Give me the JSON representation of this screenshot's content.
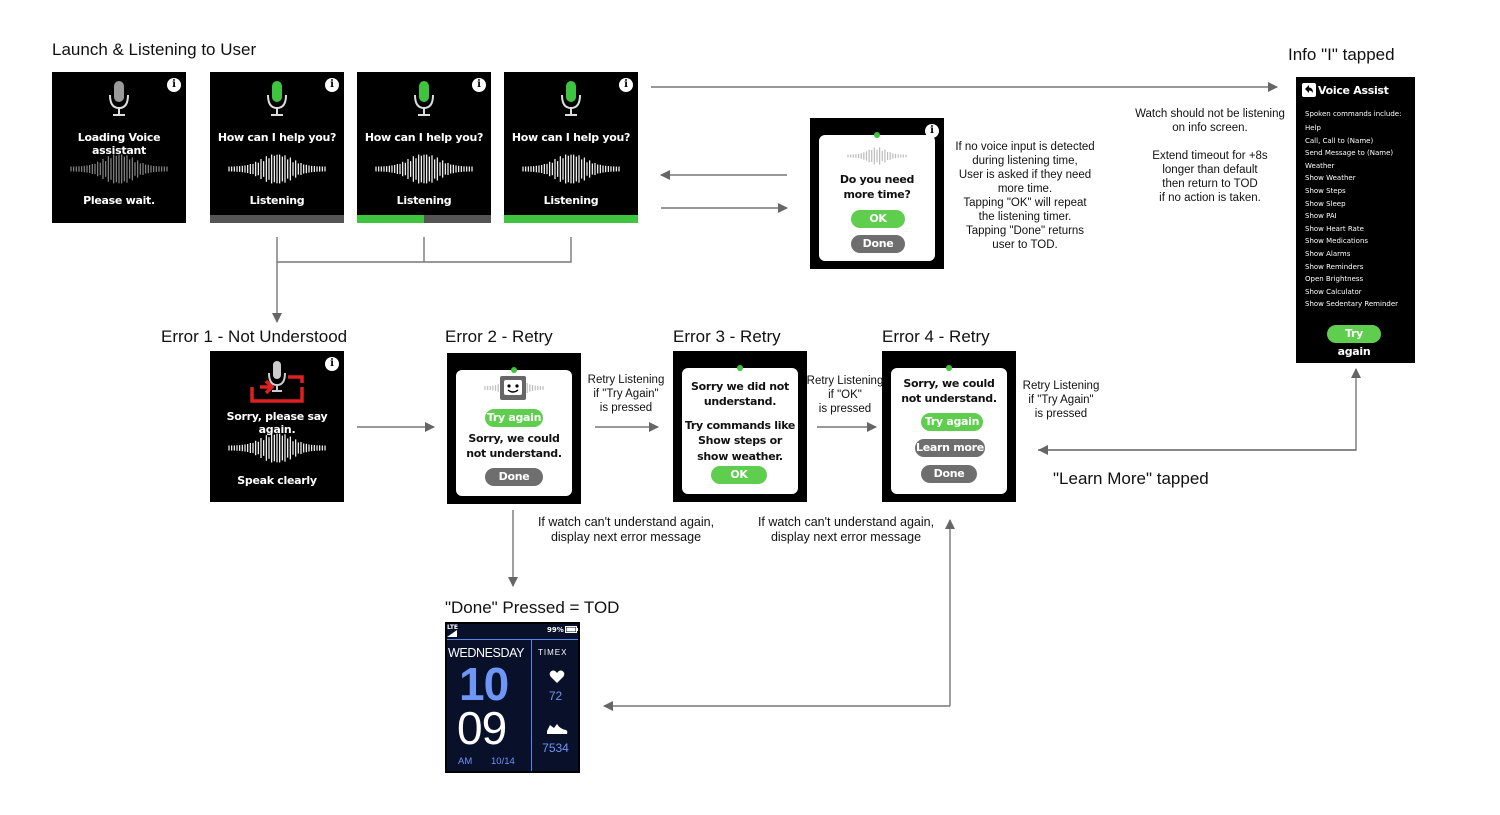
{
  "titles": {
    "launch": "Launch & Listening to User",
    "info": "Info \"I\" tapped",
    "error1": "Error 1 - Not Understood",
    "error2": "Error 2 - Retry",
    "error3": "Error 3 - Retry",
    "error4": "Error 4 - Retry",
    "done_pressed": "\"Done\" Pressed = TOD",
    "learn_more": "\"Learn More\" tapped"
  },
  "launch_screens": [
    {
      "heading": "Loading Voice assistant",
      "footer": "Please wait.",
      "mic_color": "#9a9a9a",
      "progress": null
    },
    {
      "heading": "How can I help you?",
      "footer": "Listening",
      "mic_color": "#3ec43e",
      "progress": 0.0
    },
    {
      "heading": "How can I help you?",
      "footer": "Listening",
      "mic_color": "#3ec43e",
      "progress": 0.5
    },
    {
      "heading": "How can I help you?",
      "footer": "Listening",
      "mic_color": "#3ec43e",
      "progress": 1.0
    }
  ],
  "info_icon": "i",
  "more_time": {
    "question_line1": "Do you need",
    "question_line2": "more time?",
    "ok": "OK",
    "done": "Done"
  },
  "notes": {
    "more_time": [
      "If no voice input is detected",
      "during listening time,",
      "User is asked if they need",
      "more time.",
      "Tapping \"OK\" will repeat",
      "the listening timer.",
      "Tapping \"Done\" returns",
      "user to TOD."
    ],
    "info_screen": [
      "Watch should not be listening",
      "on info screen.",
      "",
      "Extend timeout for +8s",
      "longer than default",
      "then return to TOD",
      "if no action is taken."
    ],
    "retry_try_again_1": [
      "Retry Listening",
      "if \"Try Again\"",
      "is pressed"
    ],
    "retry_ok": [
      "Retry Listening",
      "if \"OK\"",
      "is pressed"
    ],
    "retry_try_again_2": [
      "Retry Listening",
      "if \"Try Again\"",
      "is pressed"
    ],
    "cant_understand_1": [
      "If watch can't understand again,",
      "display next error message"
    ],
    "cant_understand_2": [
      "If watch can't understand again,",
      "display next error message"
    ]
  },
  "error1": {
    "heading": "Sorry, please say again.",
    "footer": "Speak clearly"
  },
  "error2": {
    "try_again": "Try again",
    "line1": "Sorry, we could",
    "line2": "not understand.",
    "done": "Done"
  },
  "error3": {
    "line1": "Sorry we did not",
    "line2": "understand.",
    "line3": "Try commands like",
    "line4": "Show steps or",
    "line5": "show weather.",
    "ok": "OK"
  },
  "error4": {
    "line1": "Sorry, we could",
    "line2": "not understand.",
    "try_again": "Try again",
    "learn_more": "Learn more",
    "done": "Done"
  },
  "info_screen": {
    "title": "Voice Assist",
    "intro": "Spoken commands include:",
    "commands": [
      "Help",
      "Call, Call to (Name)",
      "Send Message to (Name)",
      "Weather",
      "Show Weather",
      "Show Steps",
      "Show Sleep",
      "Show PAI",
      "Show Heart Rate",
      "Show Medications",
      "Show Alarms",
      "Show Reminders",
      "Open Brightness",
      "Show Calculator",
      "Show Sedentary Reminder"
    ],
    "try_again": "Try again"
  },
  "tod": {
    "lte": "LTE",
    "battery": "99%",
    "day": "WEDNESDAY",
    "hour": "10",
    "minute": "09",
    "ampm": "AM",
    "date": "10/14",
    "brand": "TIMEX",
    "heart_rate": "72",
    "steps": "7534"
  },
  "colors": {
    "green": "#3ec43e",
    "button_green": "#5fce4f",
    "gray": "#6e6e6e",
    "blue": "#5b86f0",
    "red": "#e02020"
  }
}
